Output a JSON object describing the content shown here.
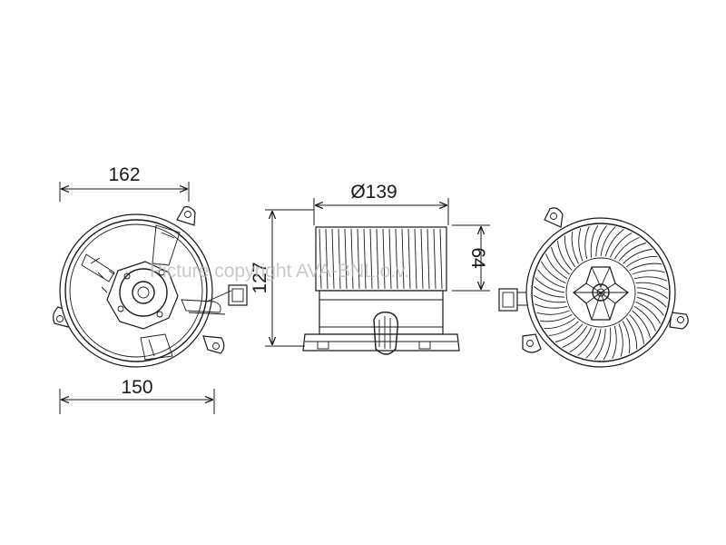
{
  "dimensions": {
    "front_width_top": "162",
    "front_width_bottom": "150",
    "side_diameter": "Ø139",
    "side_height": "127",
    "side_depth": "64"
  },
  "watermark": "Picture copyright AVA-BNL.o.v.",
  "colors": {
    "line": "#1a1a1a",
    "background": "#ffffff",
    "watermark": "#b8b8b8"
  }
}
